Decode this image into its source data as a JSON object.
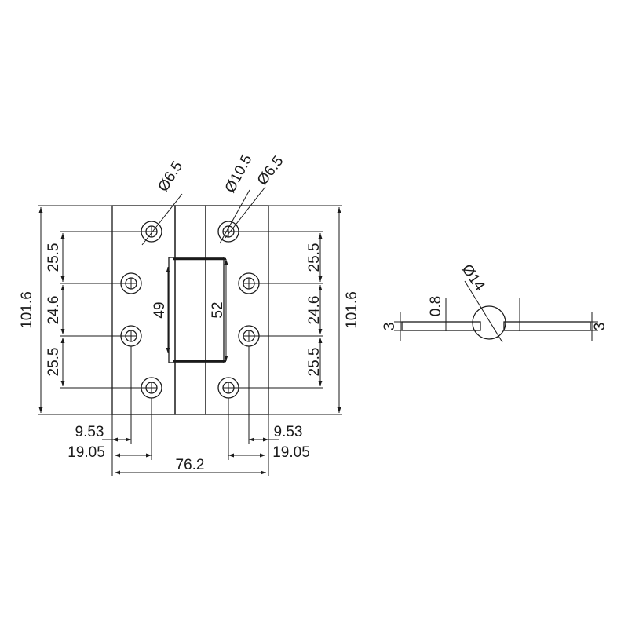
{
  "front_view": {
    "height_left": "101.6",
    "height_right": "101.6",
    "left_spacing_top": "25.5",
    "left_spacing_mid": "24.6",
    "left_spacing_bottom": "25.5",
    "right_spacing_top": "25.5",
    "right_spacing_mid": "24.6",
    "right_spacing_bottom": "25.5",
    "knuckle_inner": "49",
    "knuckle_outer": "52",
    "hole_small_left": "Ø6.5",
    "hole_large": "Ø10.5",
    "hole_small_right": "Ø6.5",
    "left_offset_near": "9.53",
    "left_offset_far": "19.05",
    "right_offset_near": "9.53",
    "right_offset_far": "19.05",
    "total_width": "76.2"
  },
  "side_view": {
    "pin_diameter": "Ø14",
    "leaf_gap": "0.8",
    "thickness_left": "3",
    "thickness_right": "3"
  }
}
